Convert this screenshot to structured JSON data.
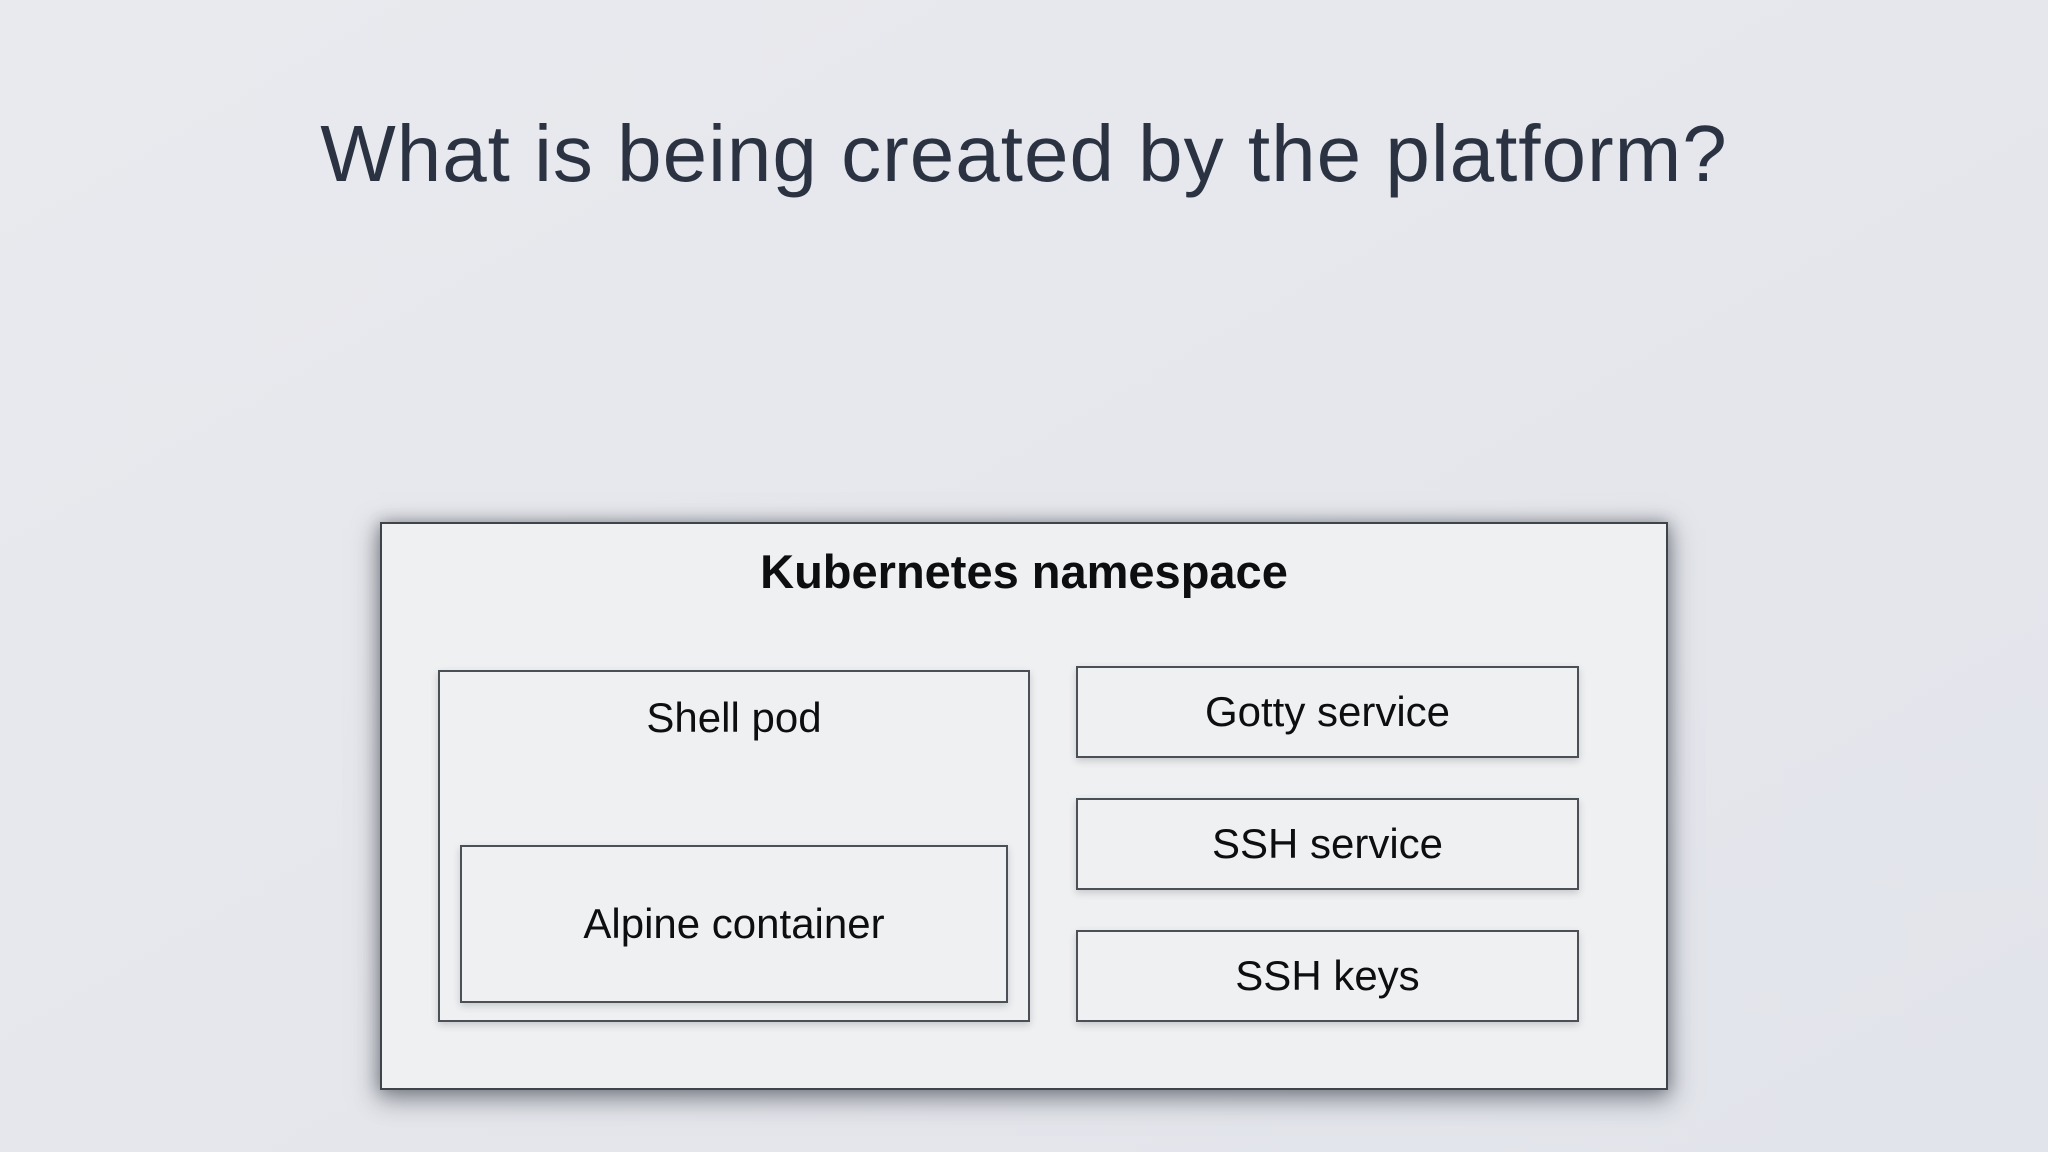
{
  "slide": {
    "title": "What is being created by the platform?"
  },
  "diagram": {
    "namespace": {
      "label": "Kubernetes namespace",
      "shell_pod": {
        "label": "Shell pod",
        "alpine_container": {
          "label": "Alpine container"
        }
      },
      "services": [
        {
          "label": "Gotty service"
        },
        {
          "label": "SSH service"
        },
        {
          "label": "SSH keys"
        }
      ]
    }
  },
  "colors": {
    "bg_top": "#e9eaee",
    "bg_bottom": "#e2e4eb",
    "box_fill": "#eff0f2",
    "outer_border": "#3f444b",
    "inner_border": "#4b5056",
    "title_color": "#2b3342",
    "label_color": "#0d0e10"
  }
}
